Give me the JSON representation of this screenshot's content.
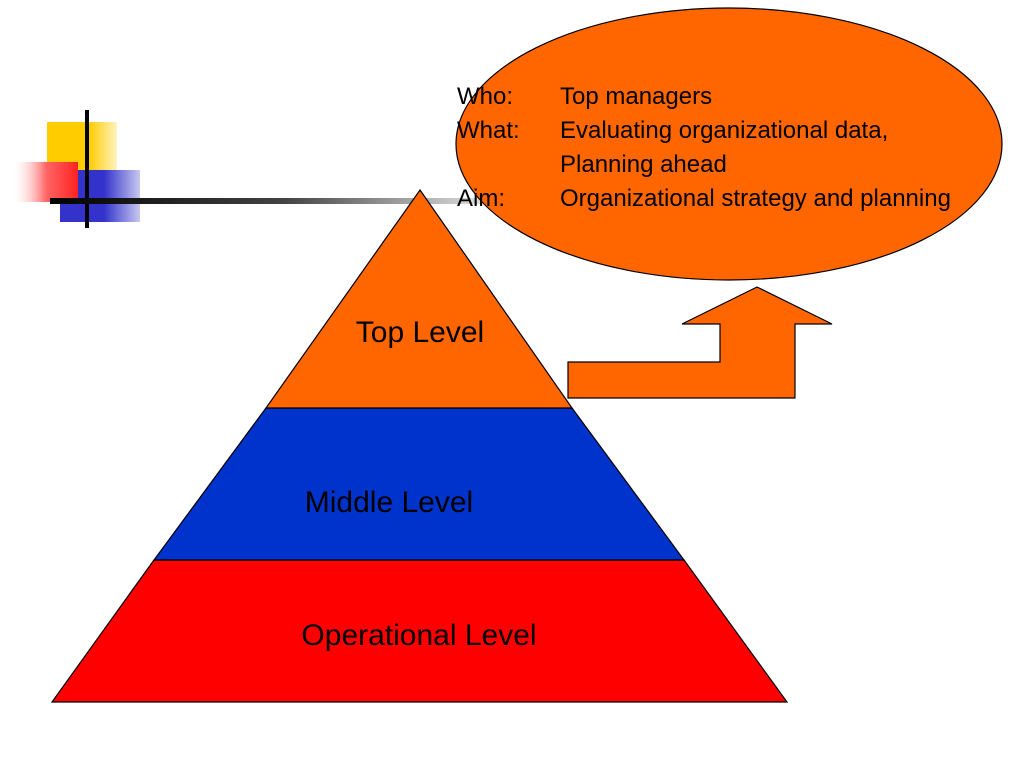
{
  "colors": {
    "top_level": "#FF6600",
    "middle_level": "#0033CC",
    "operational_level": "#FF0000",
    "callout": "#FF6600",
    "arrow": "#FF6600",
    "deco_yellow": "#FFCC00",
    "deco_red": "#FF3333",
    "deco_blue": "#3333CC",
    "outline": "#000000"
  },
  "pyramid": {
    "levels": [
      {
        "key": "top",
        "label": "Top Level"
      },
      {
        "key": "middle",
        "label": "Middle Level"
      },
      {
        "key": "operational",
        "label": "Operational Level"
      }
    ]
  },
  "callout": {
    "rows": [
      {
        "key": "Who:",
        "value": "Top managers"
      },
      {
        "key": "What:",
        "value": "Evaluating organizational data,"
      },
      {
        "key": "",
        "value": "Planning ahead"
      },
      {
        "key": "Aim:",
        "value": "Organizational strategy and planning"
      }
    ]
  }
}
